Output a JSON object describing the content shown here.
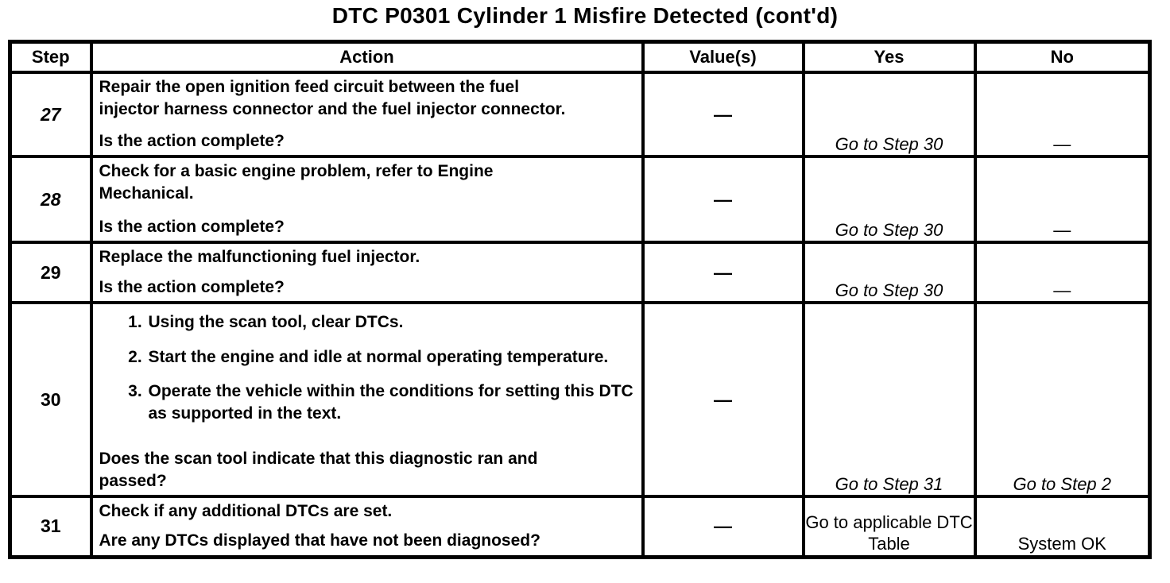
{
  "title": "DTC P0301 Cylinder 1 Misfire Detected (cont'd)",
  "table": {
    "headers": [
      "Step",
      "Action",
      "Value(s)",
      "Yes",
      "No"
    ],
    "rows": [
      {
        "step": "27",
        "step_italic": true,
        "action_paragraphs": [
          "Repair the open ignition feed circuit between the fuel injector harness connector and the fuel injector connector."
        ],
        "action_list": [],
        "question": "Is the action complete?",
        "value": "—",
        "yes": "Go to Step 30",
        "yes_italic": true,
        "no": "—",
        "no_italic": false
      },
      {
        "step": "28",
        "step_italic": true,
        "action_paragraphs": [
          "Check for a basic engine problem, refer to Engine Mechanical."
        ],
        "action_list": [],
        "question": "Is the action complete?",
        "value": "—",
        "yes": "Go to Step 30",
        "yes_italic": true,
        "no": "—",
        "no_italic": false
      },
      {
        "step": "29",
        "step_italic": false,
        "action_paragraphs": [
          "Replace the malfunctioning fuel injector."
        ],
        "action_list": [],
        "question": "Is the action complete?",
        "value": "—",
        "yes": "Go to Step 30",
        "yes_italic": true,
        "no": "—",
        "no_italic": false
      },
      {
        "step": "30",
        "step_italic": false,
        "action_paragraphs": [],
        "action_list": [
          "Using the scan tool, clear DTCs.",
          "Start the engine and idle at normal operating temperature.",
          "Operate the vehicle within the conditions for setting this DTC as supported in the text."
        ],
        "question": "Does the scan tool indicate that this diagnostic ran and passed?",
        "value": "—",
        "yes": "Go to Step 31",
        "yes_italic": true,
        "no": "Go to Step 2",
        "no_italic": true
      },
      {
        "step": "31",
        "step_italic": false,
        "action_paragraphs": [
          "Check if any additional DTCs are set."
        ],
        "action_list": [],
        "question": "Are any DTCs displayed that have not been diagnosed?",
        "value": "—",
        "yes": "Go to applicable DTC Table",
        "yes_italic": false,
        "no": "System OK",
        "no_italic": false
      }
    ]
  }
}
